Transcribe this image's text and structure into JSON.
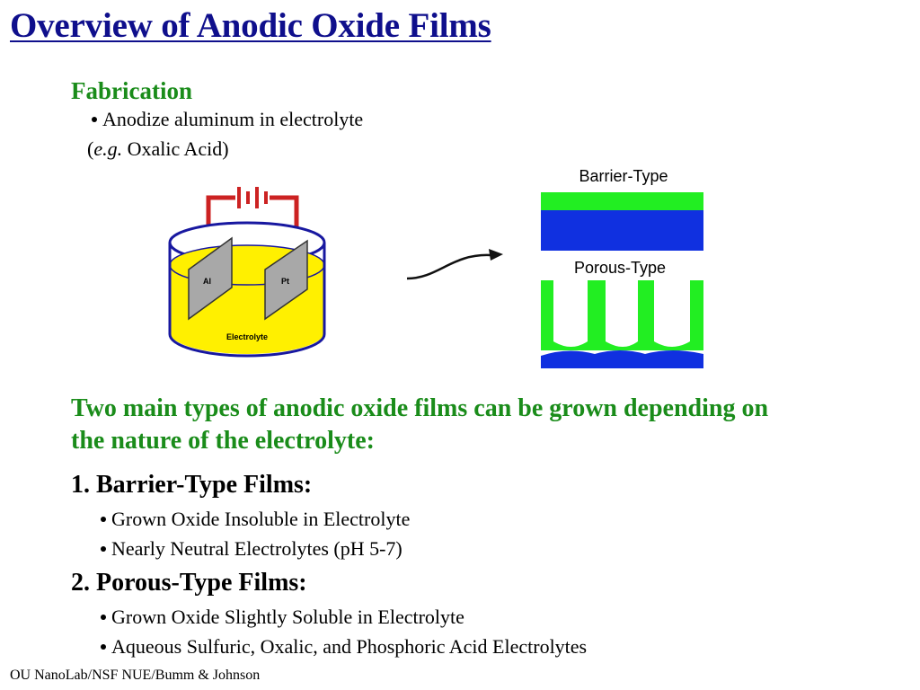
{
  "title": "Overview of Anodic Oxide Films",
  "fabrication": {
    "heading": "Fabrication",
    "bullet": "Anodize aluminum in electrolyte",
    "example_prefix": "(",
    "example_italic": "e.g.",
    "example_rest": " Oxalic Acid)"
  },
  "cell_diagram": {
    "anode_label": "Al",
    "cathode_label": "Pt",
    "electrolyte_label": "Electrolyte"
  },
  "films_diagram": {
    "barrier_label": "Barrier-Type",
    "porous_label": "Porous-Type"
  },
  "summary": "Two main types of anodic oxide films can be grown depending on the nature of the electrolyte:",
  "types": [
    {
      "heading": "1.  Barrier-Type Films:",
      "bullets": [
        "Grown Oxide Insoluble in Electrolyte",
        "Nearly Neutral Electrolytes (pH 5-7)"
      ]
    },
    {
      "heading": "2.  Porous-Type Films:",
      "bullets": [
        "Grown Oxide Slightly Soluble in Electrolyte",
        "Aqueous Sulfuric, Oxalic,  and Phosphoric Acid Electrolytes"
      ]
    }
  ],
  "footer": "OU NanoLab/NSF NUE/Bumm & Johnson",
  "colors": {
    "title": "#0f0f8c",
    "heading_green": "#1a8c1a",
    "electrolyte_yellow": "#fff000",
    "oxide_green": "#22ee22",
    "aluminum_blue": "#1030e0",
    "wire_red": "#cc2222",
    "electrode_gray": "#a8a8a8"
  }
}
